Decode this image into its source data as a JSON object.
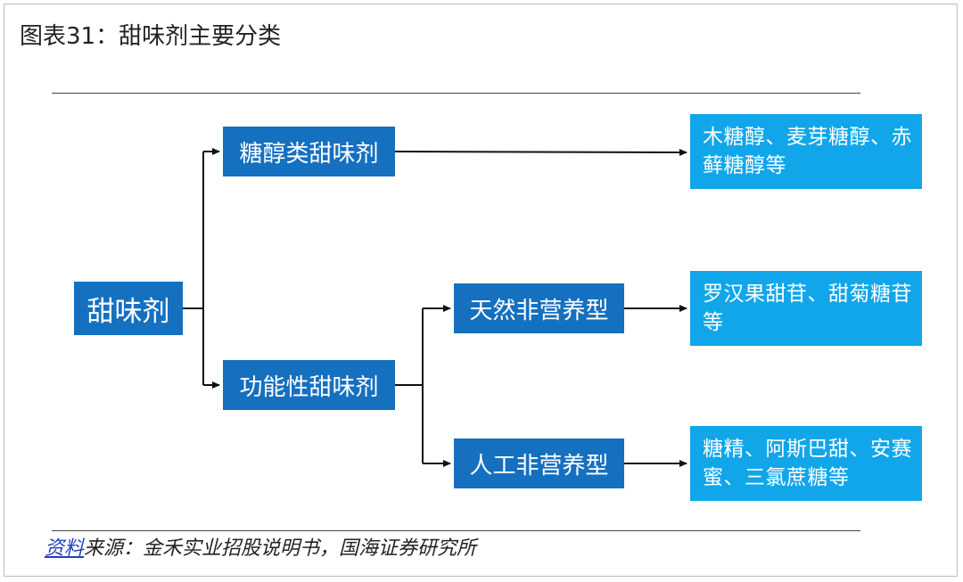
{
  "title": "图表31：甜味剂主要分类",
  "root": {
    "label": "甜味剂"
  },
  "level1": [
    {
      "label": "糖醇类甜味剂"
    },
    {
      "label": "功能性甜味剂"
    }
  ],
  "level2": [
    {
      "label": "天然非营养型"
    },
    {
      "label": "人工非营养型"
    }
  ],
  "leaves": [
    {
      "lines": [
        "木糖醇、麦芽糖醇、赤",
        "藓糖醇等"
      ]
    },
    {
      "lines": [
        "罗汉果甜苷、甜菊糖苷",
        "等"
      ]
    },
    {
      "lines": [
        "糖精、阿斯巴甜、安赛",
        "蜜、三氯蔗糖等"
      ]
    }
  ],
  "source": {
    "link_text": "资料",
    "text": "来源：金禾实业招股说明书，国海证券研究所"
  },
  "colors": {
    "node_dark": "#1670c0",
    "node_light": "#11a6ea",
    "connector": "#111111"
  }
}
